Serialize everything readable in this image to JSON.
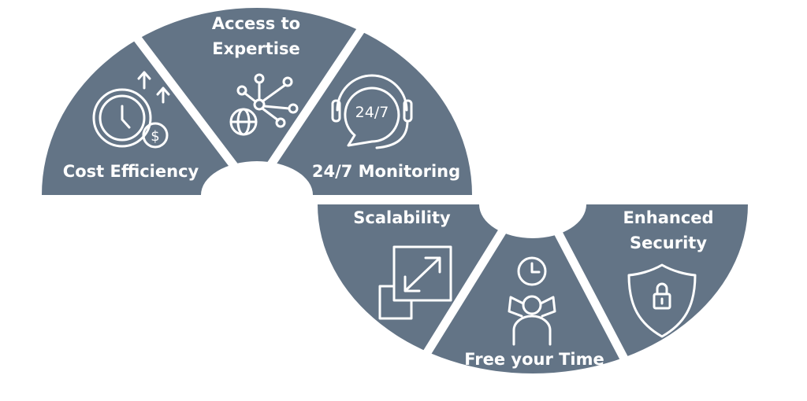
{
  "title": "Benefits of Managed Services",
  "segments": [
    {
      "label": [
        "Cost Efficiency"
      ],
      "icon": "clock-dollar-icon"
    },
    {
      "label": [
        "Access to",
        "Expertise"
      ],
      "icon": "globe-network-icon"
    },
    {
      "label": [
        "24/7 Monitoring"
      ],
      "icon": "headset-24-7-icon",
      "icon_text": "24/7"
    },
    {
      "label": [
        "Scalability"
      ],
      "icon": "resize-arrows-icon"
    },
    {
      "label": [
        "Free your Time"
      ],
      "icon": "relaxing-person-clock-icon"
    },
    {
      "label": [
        "Enhanced",
        "Security"
      ],
      "icon": "shield-lock-icon"
    }
  ],
  "colors": {
    "segment": "#637486",
    "background": "#ffffff"
  }
}
